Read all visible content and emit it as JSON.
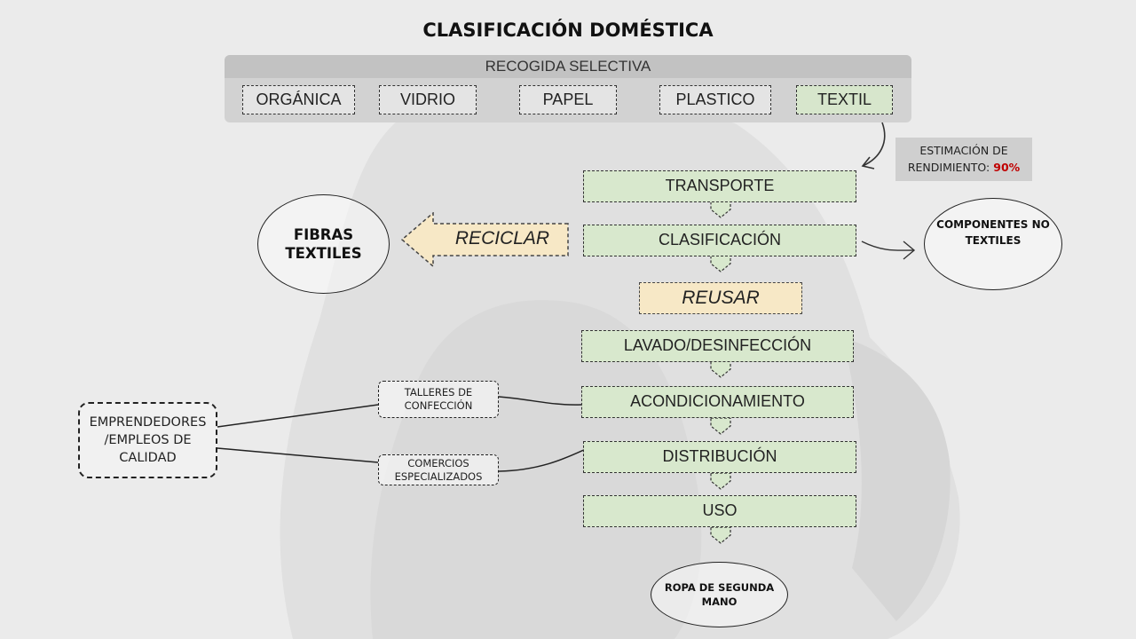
{
  "title": "CLASIFICACIÓN DOMÉSTICA",
  "recogida": {
    "header": "RECOGIDA SELECTIVA",
    "categories": [
      "ORGÁNICA",
      "VIDRIO",
      "PAPEL",
      "PLASTICO",
      "TEXTIL"
    ],
    "selected": "TEXTIL"
  },
  "estimate": {
    "line1": "ESTIMACIÓN DE",
    "line2": "RENDIMIENTO:",
    "percent": "90%"
  },
  "steps": {
    "transporte": "TRANSPORTE",
    "clasificacion": "CLASIFICACIÓN",
    "reusar": "REUSAR",
    "lavado": "LAVADO/DESINFECCIÓN",
    "acondicionamiento": "ACONDICIONAMIENTO",
    "distribucion": "DISTRIBUCIÓN",
    "uso": "USO"
  },
  "reciclar": "RECICLAR",
  "fibras": {
    "line1": "FIBRAS",
    "line2": "TEXTILES"
  },
  "componentes": {
    "line1": "COMPONENTES NO",
    "line2": "TEXTILES"
  },
  "ropa": {
    "line1": "ROPA DE SEGUNDA",
    "line2": "MANO"
  },
  "talleres": {
    "line1": "TALLERES DE",
    "line2": "CONFECCIÓN"
  },
  "comercios": {
    "line1": "COMERCIOS",
    "line2": "ESPECIALIZADOS"
  },
  "emprendedores": {
    "line1": "EMPRENDEDORES",
    "line2": "/EMPLEOS DE",
    "line3": "CALIDAD"
  },
  "colors": {
    "step_fill": "#d8e8cd",
    "reuse_fill": "#f7e8c6",
    "highlight": "#c00000"
  }
}
